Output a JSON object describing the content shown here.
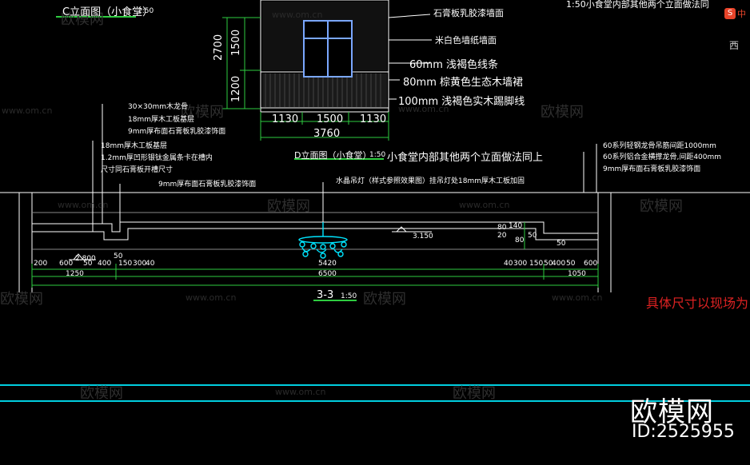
{
  "titles": {
    "c_elevation": "C立面图（小食堂）",
    "c_scale": "1:50",
    "d_elevation": "D立面图（小食堂）",
    "d_scale": "1:50",
    "d_note": "小食堂内部其他两个立面做法同上",
    "top_right_partial": "1:50小食堂内部其他两个立面做法同",
    "section": "3-3",
    "section_scale": "1:50"
  },
  "d_callouts": [
    "石膏板乳胶漆墙面",
    "米白色墙纸墙面",
    "60mm 浅褐色线条",
    "80mm 棕黄色生态木墙裙",
    "100mm 浅褐色实木踢脚线"
  ],
  "d_dims": {
    "v_total": "2700",
    "v_upper": "1500",
    "v_lower": "1200",
    "h_parts": [
      "1130",
      "1500",
      "1130"
    ],
    "h_total": "3760"
  },
  "section_left_callouts": [
    "30×30mm木龙骨",
    "18mm厚木工板基层",
    "9mm厚布面石膏板乳胶漆饰面",
    "18mm厚木工板基层",
    "1.2mm厚凹形银钛金属条卡在槽内",
    "尺寸同石膏板开槽尺寸",
    "9mm厚布面石膏板乳胶漆饰面"
  ],
  "section_right_callouts": [
    "60系列轻钢龙骨吊筋间距1000mm",
    "60系列铝合金横撑龙骨,间距400mm",
    "9mm厚布面石膏板乳胶漆饰面"
  ],
  "section_center_callout": "水晶吊灯（样式参照效果图）挂吊灯处18mm厚木工板加固",
  "levels": {
    "left": "2.800",
    "center": "3.150"
  },
  "section_dims": {
    "left_row": [
      "200",
      "600",
      "50",
      "400",
      "150",
      "300",
      "40"
    ],
    "left_top": "50",
    "left_sub": "1250",
    "mid": "5420",
    "total": "6500",
    "right_row": [
      "40",
      "300",
      "150",
      "50",
      "400",
      "50",
      "600"
    ],
    "right_sub": "1050",
    "right_vert": [
      "80",
      "20",
      "140",
      "80",
      "50",
      "50"
    ]
  },
  "watermarks": {
    "brand": "欧模网",
    "url": "www.om.cn"
  },
  "red_note": "具体尺寸以现场为",
  "brand": {
    "name": "欧模网",
    "id": "ID:2525955"
  },
  "ui": {
    "sogou": "S",
    "sogou_label": "中",
    "side_char": "西"
  }
}
